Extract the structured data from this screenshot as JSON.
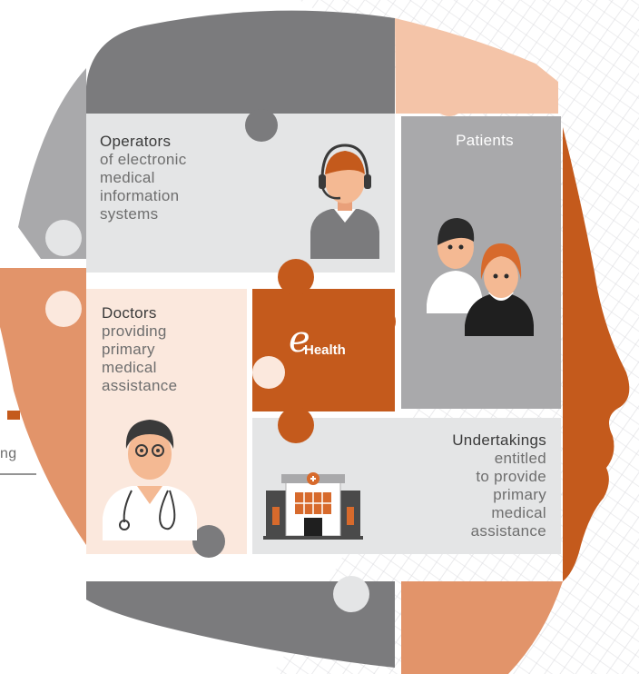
{
  "pieces": {
    "operators": {
      "title": "Operators",
      "subtitle": [
        "of electronic",
        "medical",
        "information",
        "systems"
      ]
    },
    "patients": {
      "title": "Patients"
    },
    "doctors": {
      "title": "Doctors",
      "subtitle": [
        "providing",
        "primary",
        "medical",
        "assistance"
      ]
    },
    "ehealth": {
      "prefix": "e",
      "word": "Health"
    },
    "undertakings": {
      "title": "Undertakings",
      "subtitle": [
        "entitled",
        "to provide",
        "primary",
        "medical",
        "assistance"
      ]
    }
  },
  "fragment_text": "ng",
  "colors": {
    "dark_gray": "#7b7b7d",
    "mid_gray": "#a9a9ab",
    "light_gray": "#e4e5e6",
    "orange": "#c45a1c",
    "peach": "#f4c4a8",
    "salmon": "#e2946a",
    "pale_peach": "#fbe8dd"
  },
  "icons": [
    "headset-operator-icon",
    "patients-icon",
    "doctor-icon",
    "hospital-icon"
  ]
}
